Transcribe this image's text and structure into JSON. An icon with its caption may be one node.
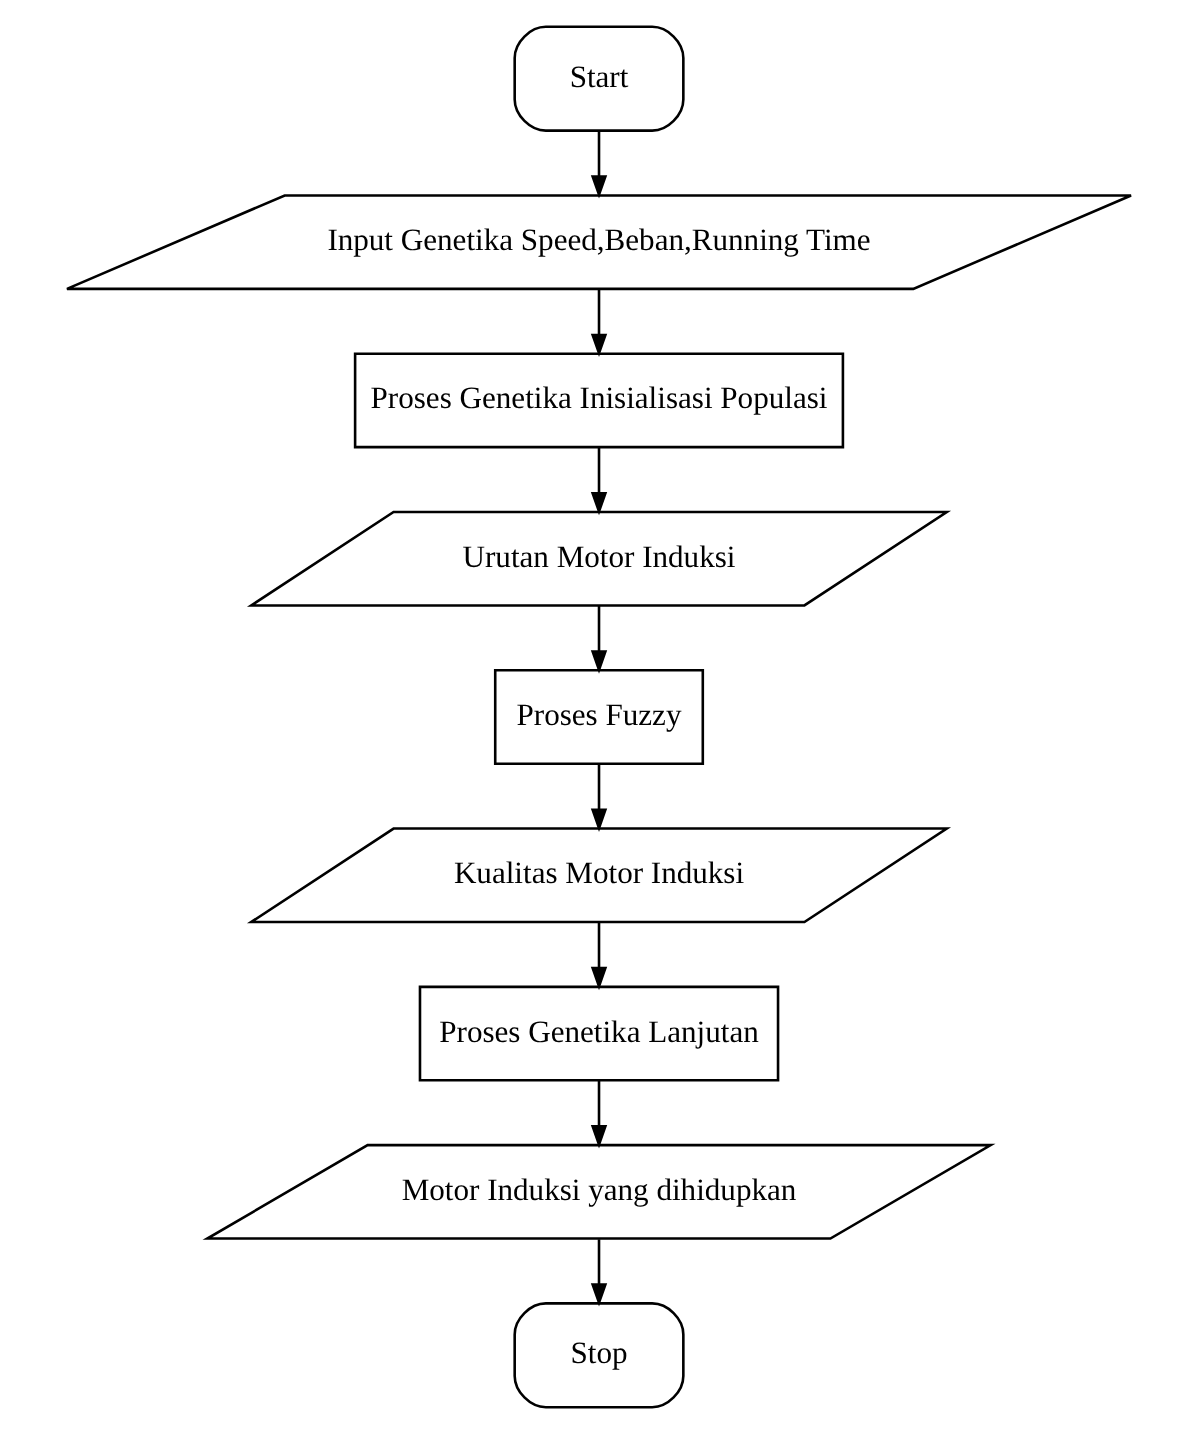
{
  "diagram": {
    "nodes": [
      {
        "text": [
          "Start"
        ]
      },
      {
        "text": [
          "Input Genetika Speed,Beban,Running Time"
        ]
      },
      {
        "text": [
          "Proses Genetika Inisialisasi Populasi"
        ]
      },
      {
        "text": [
          "Urutan Motor Induksi"
        ]
      },
      {
        "text": [
          "Proses Fuzzy"
        ]
      },
      {
        "text": [
          "Kualitas Motor Induksi"
        ]
      },
      {
        "text": [
          "Proses Genetika Lanjutan"
        ]
      },
      {
        "text": [
          "Motor Induksi yang dihidupkan"
        ]
      },
      {
        "text": [
          "Stop"
        ]
      }
    ],
    "edges": [
      {
        "from": 0,
        "to": 1,
        "arrow": "to"
      },
      {
        "from": 1,
        "to": 2,
        "arrow": "to"
      },
      {
        "from": 2,
        "to": 3,
        "arrow": "to"
      },
      {
        "from": 3,
        "to": 4,
        "arrow": "to"
      },
      {
        "from": 4,
        "to": 5,
        "arrow": "to"
      },
      {
        "from": 5,
        "to": 6,
        "arrow": "to"
      },
      {
        "from": 6,
        "to": 7,
        "arrow": "to"
      },
      {
        "from": 7,
        "to": 8,
        "arrow": "to"
      }
    ]
  }
}
